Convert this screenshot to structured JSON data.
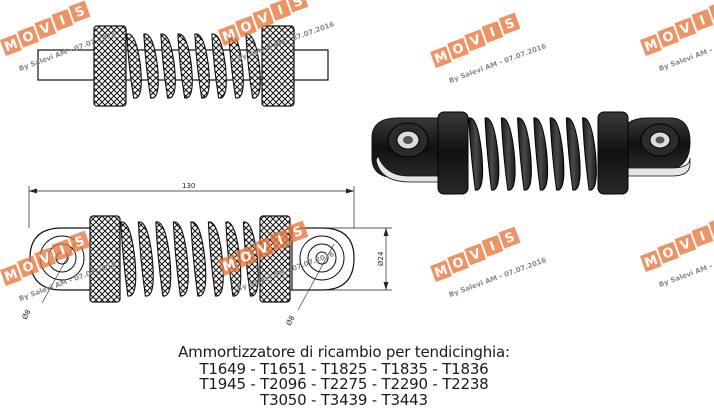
{
  "drawing": {
    "overall_length": "130",
    "body_diameter": "Ø24",
    "eye_diameter_left": "Ø8",
    "eye_diameter_right": "Ø8"
  },
  "watermark": {
    "brand_letters": [
      "M",
      "O",
      "V",
      "I",
      "S"
    ],
    "credit": "By Salevi AM - 07.07.2016"
  },
  "caption": {
    "lines": [
      "Ammortizzatore di ricambio per tendicinghia:",
      "T1649 - T1651 - T1825 - T1835 - T1836",
      "T1945 - T2096 - T2275 - T2290 - T2238",
      "T3050 - T3439 - T3443"
    ]
  },
  "colors": {
    "watermark_orange": "#e8743b",
    "part_black": "#1c1c1c",
    "outline": "#111111"
  }
}
